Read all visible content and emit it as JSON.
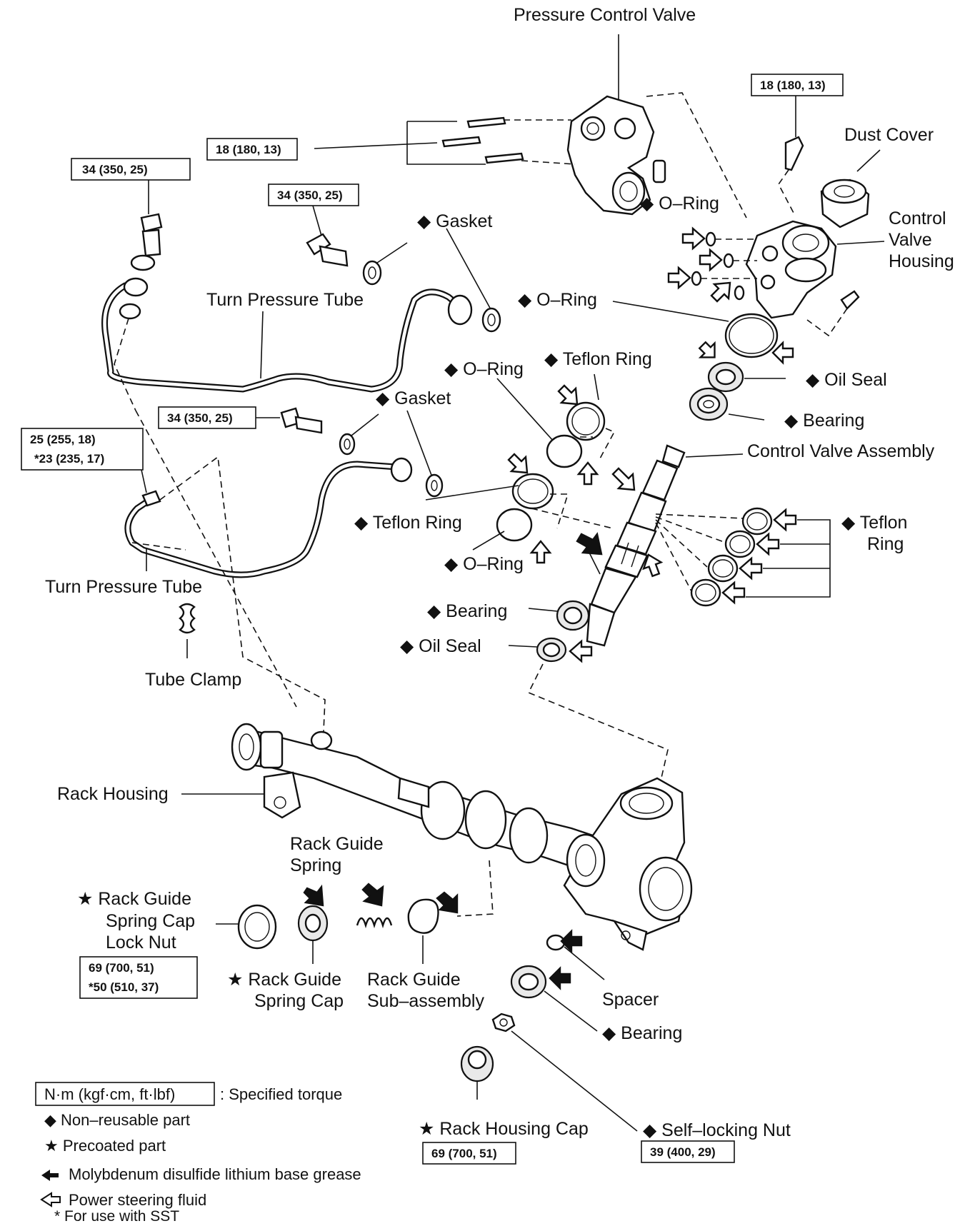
{
  "labels": {
    "pressure_control_valve": "Pressure Control Valve",
    "dust_cover": "Dust Cover",
    "control_valve_housing_1": "Control",
    "control_valve_housing_2": "Valve",
    "control_valve_housing_3": "Housing",
    "oring_1": "◆ O–Ring",
    "gasket_1": "◆ Gasket",
    "turn_pressure_tube_1": "Turn Pressure Tube",
    "oring_2": "◆ O–Ring",
    "oil_seal_1": "◆ Oil Seal",
    "bearing_1": "◆ Bearing",
    "oring_3": "◆ O–Ring",
    "teflon_ring_1": "◆ Teflon Ring",
    "gasket_2": "◆ Gasket",
    "control_valve_assembly": "Control Valve Assembly",
    "teflon_ring_2": "◆ Teflon Ring",
    "teflon_ring_right_1": "◆ Teflon",
    "teflon_ring_right_2": "Ring",
    "oring_4": "◆ O–Ring",
    "turn_pressure_tube_2": "Turn Pressure Tube",
    "bearing_2": "◆ Bearing",
    "oil_seal_2": "◆ Oil Seal",
    "tube_clamp": "Tube Clamp",
    "rack_housing": "Rack Housing",
    "rack_guide_spring_1": "Rack Guide",
    "rack_guide_spring_2": "Spring",
    "lock_nut_1": "★ Rack Guide",
    "lock_nut_2": "Spring Cap",
    "lock_nut_3": "Lock Nut",
    "spring_cap_1": "★ Rack Guide",
    "spring_cap_2": "Spring Cap",
    "sub_assembly_1": "Rack Guide",
    "sub_assembly_2": "Sub–assembly",
    "spacer": "Spacer",
    "bearing_3": "◆ Bearing",
    "rack_housing_cap": "★ Rack Housing Cap",
    "self_locking_nut": "◆ Self–locking Nut"
  },
  "torques": {
    "t_18_top_right": "18 (180, 13)",
    "t_18_left": "18 (180, 13)",
    "t_34_a": "34 (350, 25)",
    "t_34_b": "34 (350, 25)",
    "t_34_c": "34 (350, 25)",
    "t_25_line1": "25 (255, 18)",
    "t_25_line2": "*23 (235, 17)",
    "t_69_line1": "69 (700, 51)",
    "t_69_line2": "*50 (510, 37)",
    "t_69_cap": "69 (700, 51)",
    "t_39_nut": "39 (400, 29)"
  },
  "legend": {
    "torque_box": "N·m (kgf·cm, ft·lbf)",
    "torque_text": ": Specified torque",
    "non_reusable": "◆ Non–reusable part",
    "precoated": "★ Precoated part",
    "moly": "Molybdenum disulfide lithium base grease",
    "fluid": "Power steering fluid",
    "sst": "* For use with SST"
  }
}
